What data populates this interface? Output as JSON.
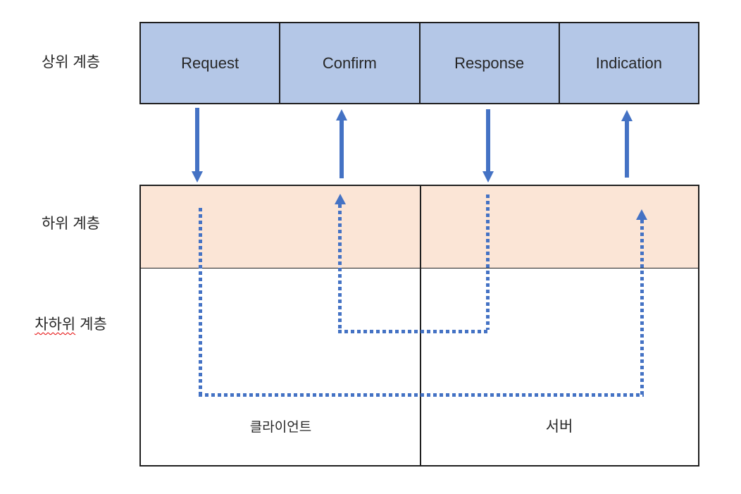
{
  "diagram": {
    "side_labels": {
      "upper_layer": "상위 계층",
      "lower_layer": "하위 계층",
      "sublower_layer_word1": "차하위",
      "sublower_layer_word2": "계층"
    },
    "primitives": [
      "Request",
      "Confirm",
      "Response",
      "Indication"
    ],
    "endpoints": {
      "client": "클라이언트",
      "server": "서버"
    }
  },
  "colors": {
    "upper-fill": "#b4c7e7",
    "band-fill": "#fbe5d6",
    "arrow": "#4472c4",
    "line": "#1f1f1f",
    "text": "#262626",
    "squiggle": "#e40000"
  }
}
